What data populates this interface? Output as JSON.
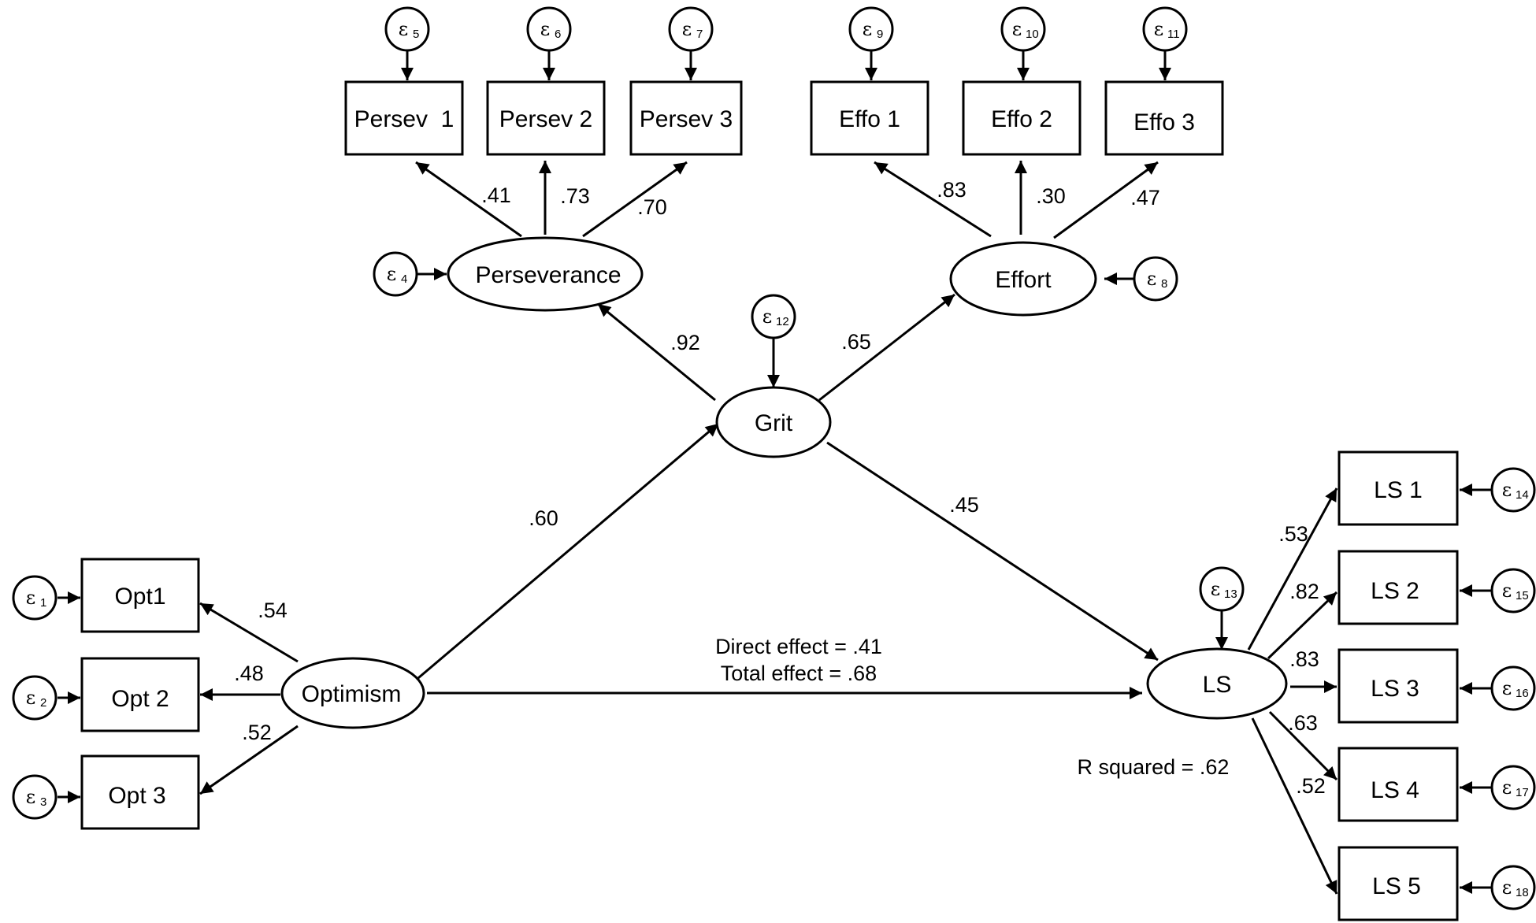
{
  "nodes": {
    "persev1": "Persev  1",
    "persev2": "Persev 2",
    "persev3": "Persev 3",
    "effo1": "Effo 1",
    "effo2": "Effo 2",
    "effo3": "Effo 3",
    "perseverance": "Perseverance",
    "effort": "Effort",
    "grit": "Grit",
    "opt1": "Opt1",
    "opt2": "Opt 2",
    "opt3": "Opt 3",
    "optimism": "Optimism",
    "ls": "LS",
    "ls1": "LS 1",
    "ls2": "LS 2",
    "ls3": "LS 3",
    "ls4": "LS 4",
    "ls5": "LS 5"
  },
  "errors": {
    "e1": {
      "symbol": "ε",
      "sub": "1"
    },
    "e2": {
      "symbol": "ε",
      "sub": "2"
    },
    "e3": {
      "symbol": "ε",
      "sub": "3"
    },
    "e4": {
      "symbol": "ε",
      "sub": "4"
    },
    "e5": {
      "symbol": "ε",
      "sub": "5"
    },
    "e6": {
      "symbol": "ε",
      "sub": "6"
    },
    "e7": {
      "symbol": "ε",
      "sub": "7"
    },
    "e8": {
      "symbol": "ε",
      "sub": "8"
    },
    "e9": {
      "symbol": "ε",
      "sub": "9"
    },
    "e10": {
      "symbol": "ε",
      "sub": "10"
    },
    "e11": {
      "symbol": "ε",
      "sub": "11"
    },
    "e12": {
      "symbol": "ε",
      "sub": "12"
    },
    "e13": {
      "symbol": "ε",
      "sub": "13"
    },
    "e14": {
      "symbol": "ε",
      "sub": "14"
    },
    "e15": {
      "symbol": "ε",
      "sub": "15"
    },
    "e16": {
      "symbol": "ε",
      "sub": "16"
    },
    "e17": {
      "symbol": "ε",
      "sub": "17"
    },
    "e18": {
      "symbol": "ε",
      "sub": "18"
    }
  },
  "coefficients": {
    "persev_p1": ".41",
    "persev_p2": ".73",
    "persev_p3": ".70",
    "effort_e1": ".83",
    "effort_e2": ".30",
    "effort_e3": ".47",
    "grit_persev": ".92",
    "grit_effort": ".65",
    "opt_grit": ".60",
    "grit_ls": ".45",
    "opt_o1": ".54",
    "opt_o2": ".48",
    "opt_o3": ".52",
    "ls_l1": ".53",
    "ls_l2": ".82",
    "ls_l3": ".83",
    "ls_l4": ".63",
    "ls_l5": ".52"
  },
  "notes": {
    "direct_effect": "Direct effect = .41",
    "total_effect": "Total effect = .68",
    "r_squared": "R squared = .62"
  }
}
